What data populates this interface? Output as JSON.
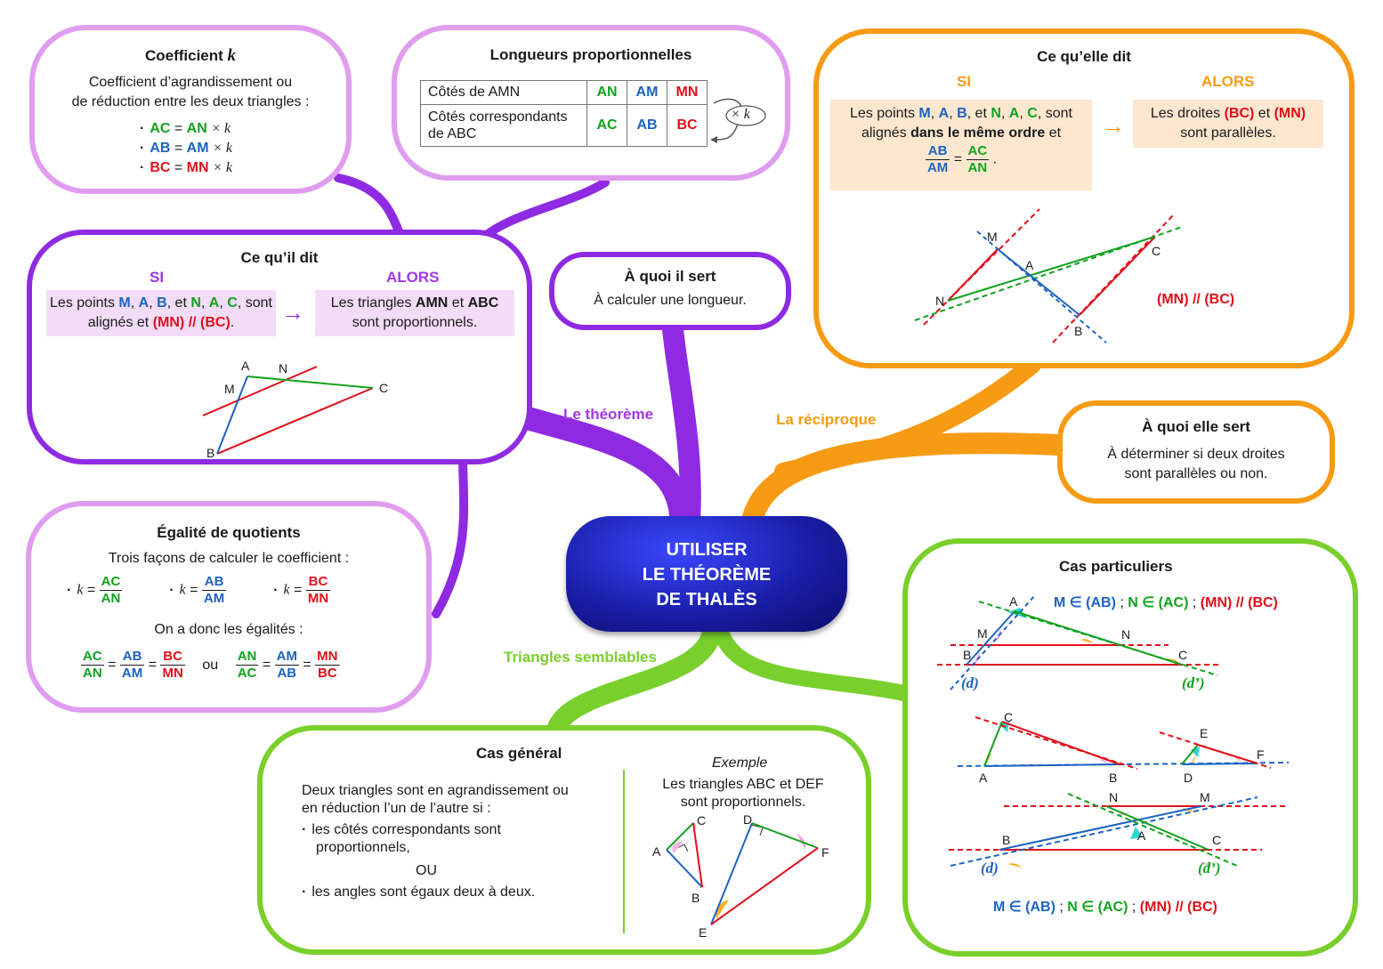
{
  "central": {
    "line1": "UTILISER",
    "line2": "LE THÉORÈME",
    "line3": "DE THALÈS"
  },
  "branches": {
    "theoreme": "Le théorème",
    "reciproque": "La réciproque",
    "semblables": "Triangles semblables"
  },
  "colors": {
    "theoreme": "#8e2be2",
    "theoreme_light": "#e09df0",
    "reciproque": "#f79b14",
    "semblables": "#79cf2c",
    "central": "#1a1ea8"
  },
  "coef": {
    "title": "Coefficient",
    "k": "k",
    "line1": "Coefficient d’agrandissement ou",
    "line2": "de réduction entre les deux triangles :",
    "eqs": [
      {
        "lhs": "AC",
        "rhs": "AN",
        "op": "× k"
      },
      {
        "lhs": "AB",
        "rhs": "AM",
        "op": "× k"
      },
      {
        "lhs": "BC",
        "rhs": "MN",
        "op": "× k"
      }
    ]
  },
  "longueurs": {
    "title": "Longueurs proportionnelles",
    "row1_label": "Côtés de AMN",
    "row2_label": "Côtés correspondants de ABC",
    "row1": [
      "AN",
      "AM",
      "MN"
    ],
    "row2": [
      "AC",
      "AB",
      "BC"
    ],
    "times": "× k"
  },
  "theoreme": {
    "title": "Ce qu’il dit",
    "si": "SI",
    "alors": "ALORS",
    "si_text_a": "Les points",
    "si_pts1": [
      "M",
      "A",
      "B"
    ],
    "si_et": "et",
    "si_pts2": [
      "N",
      "A",
      "C"
    ],
    "si_text_b": "sont alignés et",
    "si_par": "(MN) // (BC)",
    "alors_text_a": "Les triangles",
    "alors_amn": "AMN",
    "alors_et": "et",
    "alors_abc": "ABC",
    "alors_text_b": "sont proportionnels.",
    "fig": {
      "A": "A",
      "N": "N",
      "M": "M",
      "B": "B",
      "C": "C"
    }
  },
  "quoi_il": {
    "title": "À quoi il sert",
    "text": "À calculer une longueur."
  },
  "egalite": {
    "title": "Égalité de quotients",
    "intro": "Trois façons de calculer le coefficient :",
    "k_fracs": [
      {
        "num": "AC",
        "den": "AN"
      },
      {
        "num": "AB",
        "den": "AM"
      },
      {
        "num": "BC",
        "den": "MN"
      }
    ],
    "donc": "On a donc les égalités :",
    "ou": "ou",
    "eq1": [
      {
        "num": "AC",
        "den": "AN"
      },
      {
        "num": "AB",
        "den": "AM"
      },
      {
        "num": "BC",
        "den": "MN"
      }
    ],
    "eq2": [
      {
        "num": "AN",
        "den": "AC"
      },
      {
        "num": "AM",
        "den": "AB"
      },
      {
        "num": "MN",
        "den": "BC"
      }
    ]
  },
  "reciproque": {
    "title": "Ce qu’elle dit",
    "si": "SI",
    "alors": "ALORS",
    "si_text_a": "Les points",
    "si_pts1": [
      "M",
      "A",
      "B"
    ],
    "si_et": "et",
    "si_pts2": [
      "N",
      "A",
      "C"
    ],
    "si_text_b": "sont",
    "si_text_c": "alignés",
    "si_bold": "dans le même ordre",
    "si_et2": "et",
    "frac1": {
      "num": "AB",
      "den": "AM"
    },
    "frac2": {
      "num": "AC",
      "den": "AN"
    },
    "alors_text_a": "Les droites",
    "alors_bc": "(BC)",
    "alors_et": "et",
    "alors_mn": "(MN)",
    "alors_text_b": "sont parallèles.",
    "par": "(MN) // (BC)",
    "fig": {
      "M": "M",
      "A": "A",
      "N": "N",
      "C": "C",
      "B": "B"
    }
  },
  "quoi_elle": {
    "title": "À quoi elle sert",
    "line1": "À déterminer si deux droites",
    "line2": "sont parallèles ou non."
  },
  "general": {
    "title": "Cas général",
    "line1": "Deux triangles sont en agrandissement ou",
    "line2": "en réduction l’un de l’autre si :",
    "b1a": "les côtés correspondants sont",
    "b1b": "proportionnels,",
    "ou": "OU",
    "b2": "les angles sont égaux deux à deux.",
    "ex_title": "Exemple",
    "ex1": "Les triangles ABC et DEF",
    "ex2": "sont proportionnels.",
    "fig": {
      "A": "A",
      "B": "B",
      "C": "C",
      "D": "D",
      "E": "E",
      "F": "F"
    }
  },
  "particuliers": {
    "title": "Cas particuliers",
    "cond": {
      "m": "M ∈ (AB)",
      "n": "N ∈ (AC)",
      "p": "(MN) // (BC)",
      "sep": ";"
    },
    "fig1": {
      "A": "A",
      "M": "M",
      "N": "N",
      "B": "B",
      "C": "C",
      "d": "(d)",
      "d2": "(d’)"
    },
    "fig2": {
      "C": "C",
      "A": "A",
      "B": "B",
      "E": "E",
      "D": "D",
      "F": "F"
    },
    "fig3": {
      "N": "N",
      "M": "M",
      "A": "A",
      "B": "B",
      "C": "C",
      "d": "(d)",
      "d2": "(d’)"
    }
  }
}
